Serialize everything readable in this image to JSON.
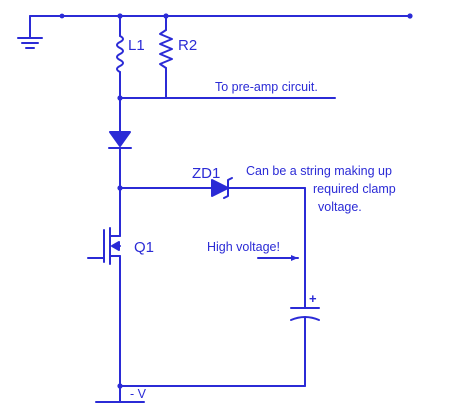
{
  "colors": {
    "wire": "#2b2bd6",
    "background": "#ffffff"
  },
  "labels": {
    "l1": "L1",
    "r2": "R2",
    "preamp": "To pre-amp circuit.",
    "zd1": "ZD1",
    "zd1_note": [
      "Can be a string making up",
      "required clamp",
      "voltage."
    ],
    "q1": "Q1",
    "high_voltage": "High voltage!",
    "capacitor_polarity": "+",
    "negative_rail": "- V"
  }
}
